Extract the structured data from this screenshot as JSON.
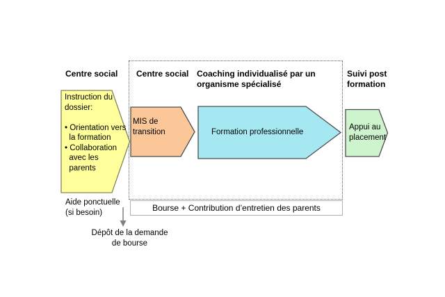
{
  "diagram": {
    "headers": {
      "left": "Centre social",
      "inside_left": "Centre social",
      "coaching": "Coaching individualisé par un\norganisme spécialisé",
      "right": "Suivi post\nformation"
    },
    "shapes": {
      "instruction": {
        "text": "Instruction du\ndossier:\n\n• Orientation vers\n  la formation\n• Collaboration\n  avec les\n  parents",
        "fill": "#ffff9c",
        "stroke": "#83835a"
      },
      "mis": {
        "text": "MIS de\ntransition",
        "fill": "#fbc698",
        "stroke": "#4d4d4d"
      },
      "formation": {
        "text": "Formation professionnelle",
        "fill": "#a5e8f2",
        "stroke": "#4d4d4d"
      },
      "appui": {
        "text": "Appui au\nplacement",
        "fill": "#cdf4cc",
        "stroke": "#4d4d4d"
      }
    },
    "notes": {
      "aide": "Aide ponctuelle\n(si besoin)",
      "depot": "Dépôt de la demande\nde bourse"
    },
    "funding_bar": "Bourse + Contribution d’entretien des parents",
    "arrow_color": "#808080"
  }
}
